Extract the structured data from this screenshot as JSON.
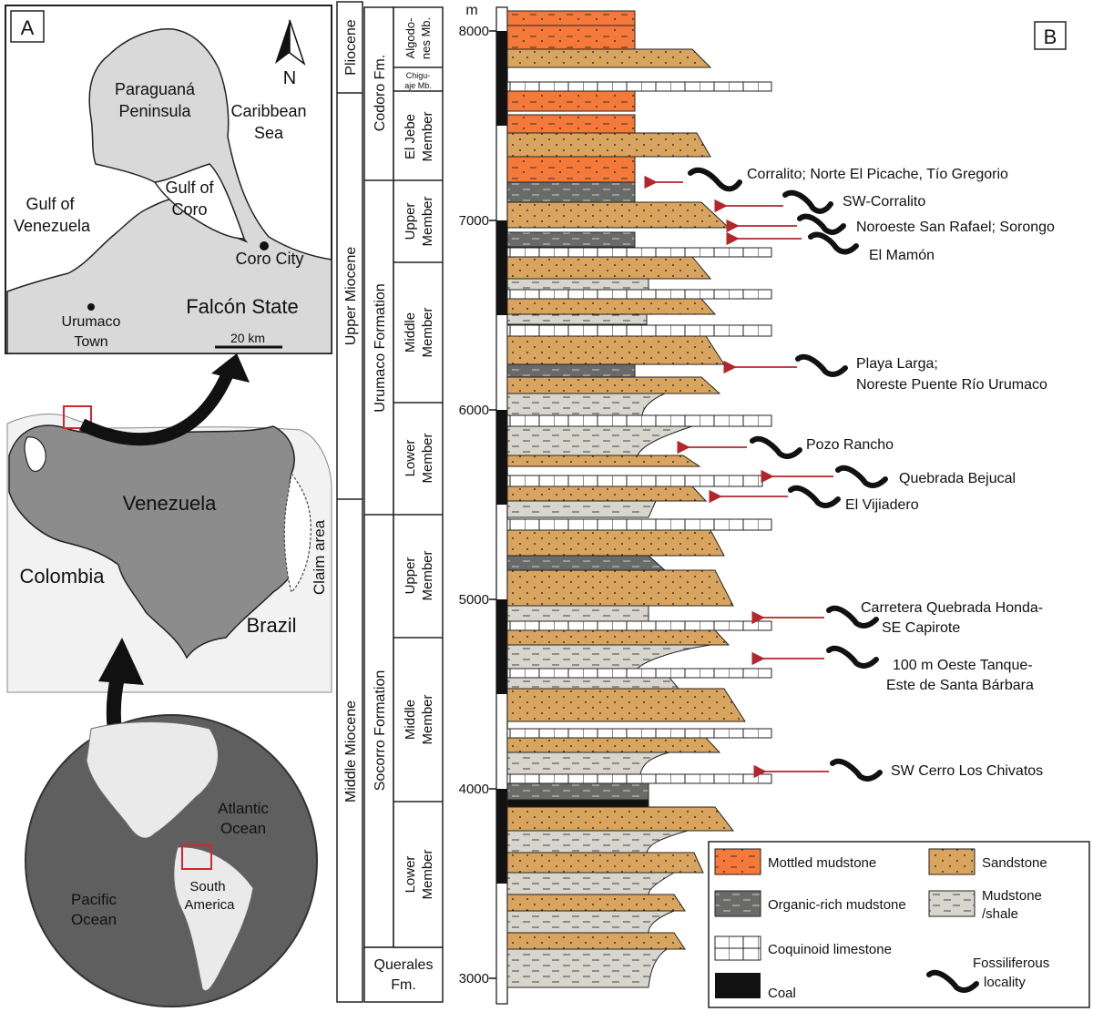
{
  "panel_a": {
    "tag": "A",
    "north": "N",
    "peninsula": [
      "Paraguaná",
      "Peninsula"
    ],
    "sea": [
      "Caribbean",
      "Sea"
    ],
    "gulf_venezuela": [
      "Gulf of",
      "Venezuela"
    ],
    "gulf_coro": [
      "Gulf of",
      "Coro"
    ],
    "coro_city": "Coro City",
    "falcon": "Falcón State",
    "urumaco": [
      "Urumaco",
      "Town"
    ],
    "scale": "20 km"
  },
  "overview": {
    "venezuela": "Venezuela",
    "colombia": "Colombia",
    "brazil": "Brazil",
    "claim": "Claim area",
    "atlantic": [
      "Atlantic",
      "Ocean"
    ],
    "pacific": [
      "Pacific",
      "Ocean"
    ],
    "south_america": [
      "South",
      "America"
    ]
  },
  "panel_b": {
    "tag": "B",
    "unit": "m",
    "ticks": [
      "8000",
      "7000",
      "6000",
      "5000",
      "4000",
      "3000"
    ],
    "epochs": [
      "Pliocene",
      "Upper Miocene",
      "Middle Miocene"
    ],
    "formations": [
      "Codoro Fm.",
      "Urumaco Formation",
      "Socorro Formation",
      "Querales Fm."
    ],
    "querales": [
      "Querales",
      "Fm."
    ],
    "members": {
      "algodones": [
        "Algodo-",
        "nes Mb."
      ],
      "chiguaje": [
        "Chigu-",
        "aje Mb."
      ],
      "jebe": [
        "El Jebe",
        "Member"
      ],
      "u_upper": [
        "Upper",
        "Member"
      ],
      "u_middle": [
        "Middle",
        "Member"
      ],
      "u_lower": [
        "Lower",
        "Member"
      ],
      "s_upper": [
        "Upper",
        "Member"
      ],
      "s_middle": [
        "Middle",
        "Member"
      ],
      "s_lower": [
        "Lower",
        "Member"
      ]
    },
    "localities": {
      "corralito": "Corralito; Norte El Picache, Tío Gregorio",
      "sw_corralito": "SW-Corralito",
      "noroeste": "Noroeste San Rafael; Sorongo",
      "mamon": "El Mamón",
      "playa": [
        "Playa Larga;",
        "Noreste Puente Río Urumaco"
      ],
      "pozo": "Pozo Rancho",
      "bejucal": "Quebrada Bejucal",
      "vijiadero": "El Vijiadero",
      "carretera": [
        "Carretera Quebrada Honda-",
        "SE Capirote"
      ],
      "oeste": [
        "100 m Oeste Tanque-",
        "Este de Santa Bárbara"
      ],
      "chivatos": "SW Cerro Los Chivatos"
    },
    "legend": {
      "mottled": "Mottled mudstone",
      "sandstone": "Sandstone",
      "organic": "Organic-rich mudstone",
      "mudstone": [
        "Mudstone",
        "/shale"
      ],
      "coquinoid": "Coquinoid limestone",
      "coal": "Coal",
      "fossil": [
        "Fossiliferous",
        "locality"
      ]
    }
  },
  "colors": {
    "mottled": "#f57a3a",
    "sandstone": "#d9a55e",
    "organic": "#6a6a68",
    "mudstone": "#d8d6cc",
    "land_dark": "#8c8c8c",
    "land_light": "#d9d9d9",
    "arrow": "#b3262d"
  }
}
